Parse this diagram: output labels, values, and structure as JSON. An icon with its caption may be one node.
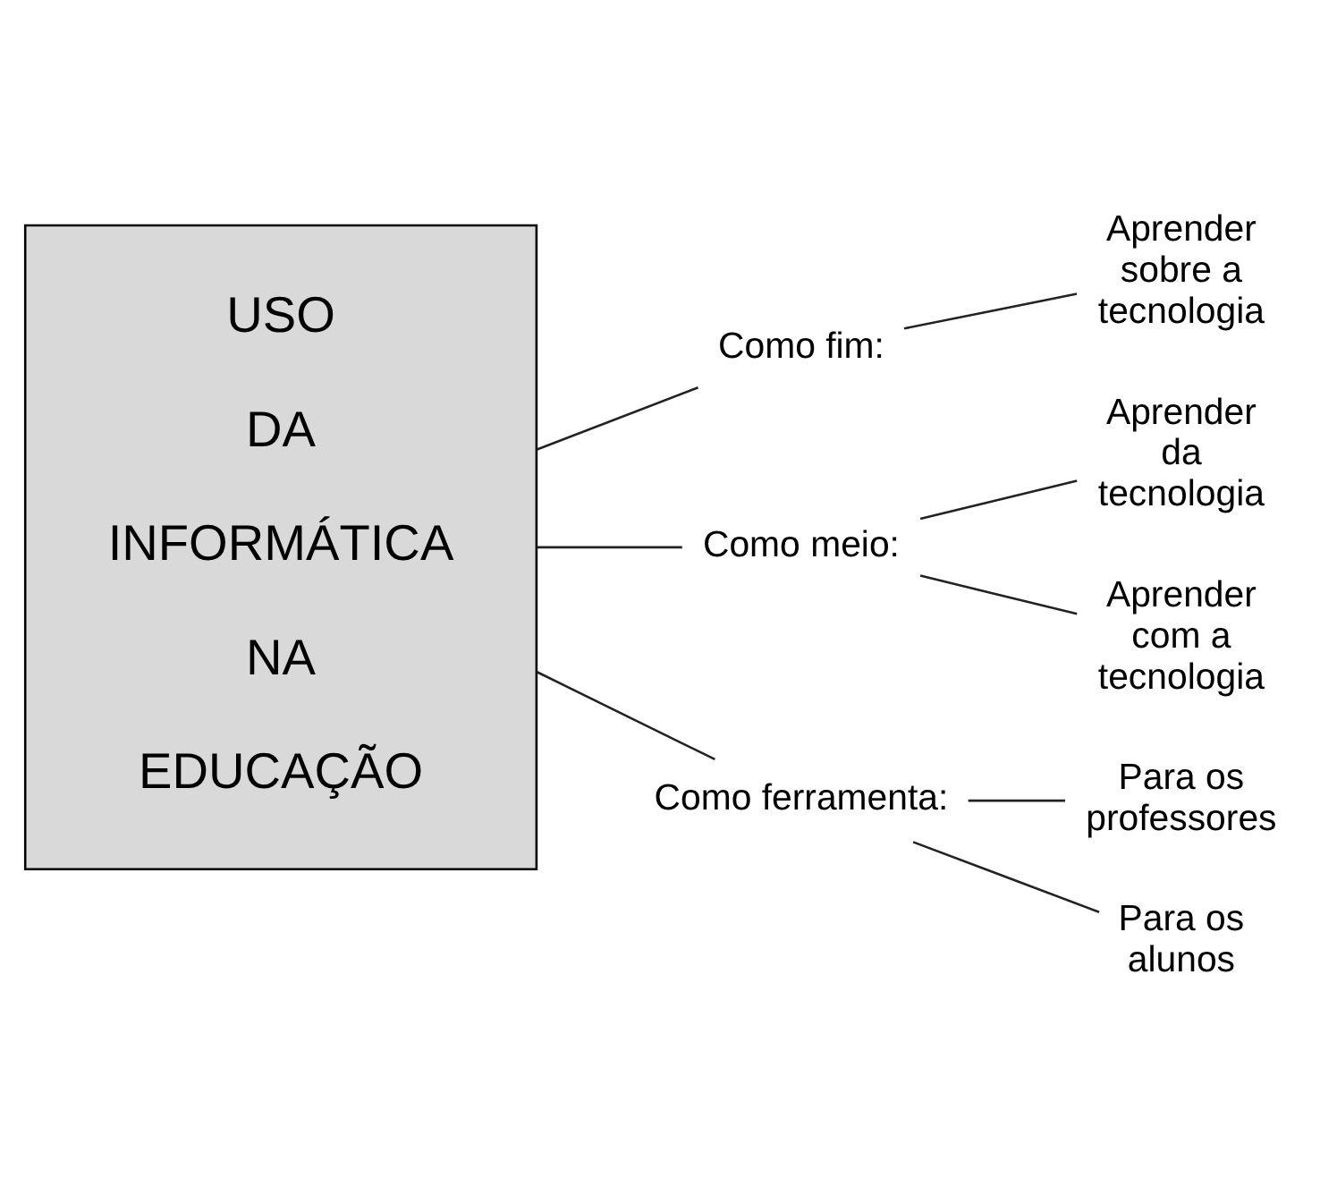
{
  "diagram": {
    "nodes": [
      {
        "text": [
          "USO DA INFORMÁTICA NA EDUCAÇÃO"
        ]
      },
      {
        "text": [
          "Como fim:"
        ]
      },
      {
        "text": [
          "Aprender sobre a tecnologia"
        ]
      },
      {
        "text": [
          "Como meio:"
        ]
      },
      {
        "text": [
          "Aprender da tecnologia"
        ]
      },
      {
        "text": [
          "Aprender com a tecnologia"
        ]
      },
      {
        "text": [
          "Como ferramenta:"
        ]
      },
      {
        "text": [
          "Para os professores"
        ]
      },
      {
        "text": [
          "Para os alunos"
        ]
      }
    ],
    "edges": [
      {
        "from": 0,
        "to": 1,
        "arrow": "none"
      },
      {
        "from": 0,
        "to": 3,
        "arrow": "none"
      },
      {
        "from": 0,
        "to": 6,
        "arrow": "none"
      },
      {
        "from": 1,
        "to": 2,
        "arrow": "none"
      },
      {
        "from": 3,
        "to": 4,
        "arrow": "none"
      },
      {
        "from": 3,
        "to": 5,
        "arrow": "none"
      },
      {
        "from": 6,
        "to": 7,
        "arrow": "none"
      },
      {
        "from": 6,
        "to": 8,
        "arrow": "none"
      }
    ]
  }
}
